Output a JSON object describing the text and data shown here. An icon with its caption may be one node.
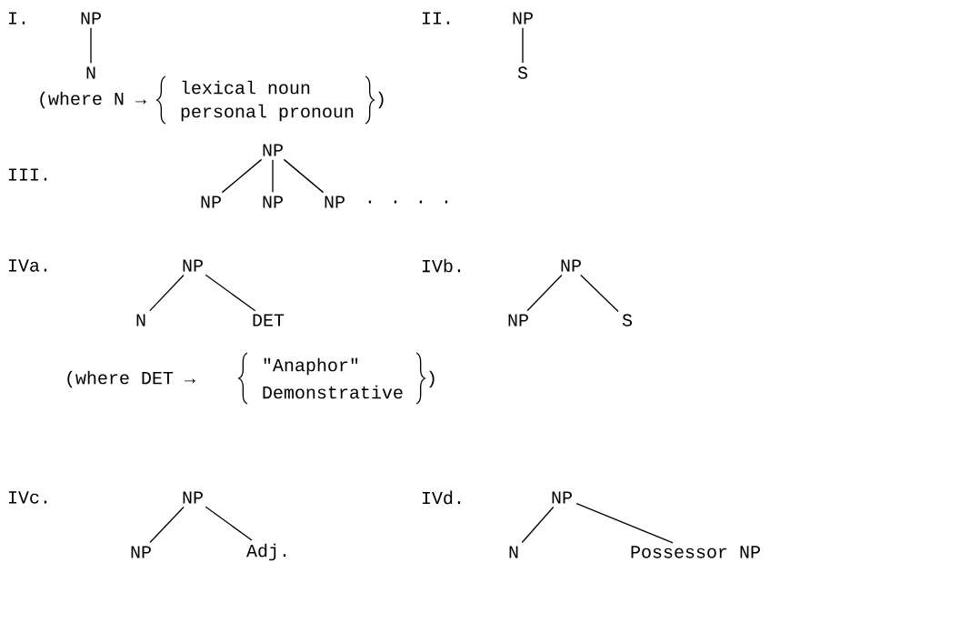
{
  "diagram": {
    "nodes": [
      {
        "text": [
          "NP"
        ]
      },
      {
        "text": [
          "N"
        ]
      },
      {
        "text": [
          "NP"
        ]
      },
      {
        "text": [
          "S"
        ]
      },
      {
        "text": [
          "NP"
        ]
      },
      {
        "text": [
          "NP"
        ]
      },
      {
        "text": [
          "NP"
        ]
      },
      {
        "text": [
          "NP"
        ]
      },
      {
        "text": [
          "NP"
        ]
      },
      {
        "text": [
          "N"
        ]
      },
      {
        "text": [
          "DET"
        ]
      },
      {
        "text": [
          "NP"
        ]
      },
      {
        "text": [
          "NP"
        ]
      },
      {
        "text": [
          "S"
        ]
      },
      {
        "text": [
          "NP"
        ]
      },
      {
        "text": [
          "NP"
        ]
      },
      {
        "text": [
          "Adj."
        ]
      },
      {
        "text": [
          "NP"
        ]
      },
      {
        "text": [
          "N"
        ]
      },
      {
        "text": [
          "Possessor NP"
        ]
      }
    ],
    "edges": [
      {
        "from": 0,
        "to": 1,
        "arrow": "none"
      },
      {
        "from": 2,
        "to": 3,
        "arrow": "none"
      },
      {
        "from": 4,
        "to": 5,
        "arrow": "none"
      },
      {
        "from": 4,
        "to": 6,
        "arrow": "none"
      },
      {
        "from": 4,
        "to": 7,
        "arrow": "none"
      },
      {
        "from": 8,
        "to": 9,
        "arrow": "none"
      },
      {
        "from": 8,
        "to": 10,
        "arrow": "none"
      },
      {
        "from": 11,
        "to": 12,
        "arrow": "none"
      },
      {
        "from": 11,
        "to": 13,
        "arrow": "none"
      },
      {
        "from": 14,
        "to": 15,
        "arrow": "none"
      },
      {
        "from": 14,
        "to": 16,
        "arrow": "none"
      },
      {
        "from": 17,
        "to": 18,
        "arrow": "none"
      },
      {
        "from": 17,
        "to": 19,
        "arrow": "none"
      }
    ],
    "labels": [
      "I.",
      "(where N →",
      "lexical noun",
      "personal pronoun",
      ")",
      "II.",
      "III.",
      ". . . .",
      "IVa.",
      "(where DET →",
      "\"Anaphor\"",
      "Demonstrative",
      ")",
      "IVb.",
      "IVc.",
      "IVd."
    ]
  }
}
